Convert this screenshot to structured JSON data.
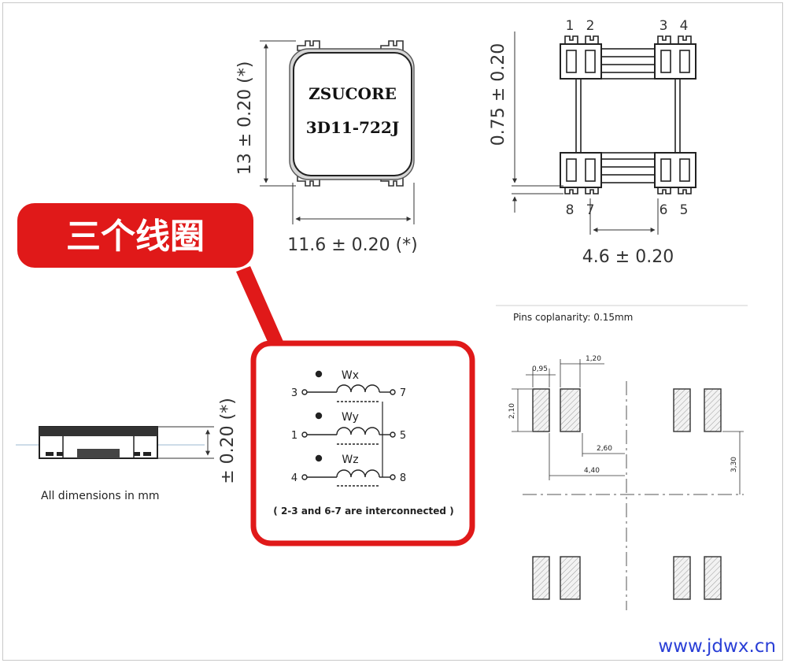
{
  "callout": {
    "label": "三个线圈",
    "color": "#e01919"
  },
  "top_view": {
    "brand": "ZSUCORE",
    "part_no": "3D11-722J",
    "height_dim": "13 ± 0.20 (*)",
    "width_dim": "11.6 ± 0.20 (*)"
  },
  "pin_view": {
    "pins_top": [
      "1",
      "2",
      "3",
      "4"
    ],
    "pins_bottom": [
      "8",
      "7",
      "6",
      "5"
    ],
    "height_dim": "0.75 ± 0.20",
    "pitch_dim": "4.6 ± 0.20"
  },
  "side_view": {
    "height_dim": "± 0.20 (*)",
    "note": "All dimensions in mm"
  },
  "schematic": {
    "windings": [
      {
        "name": "Wx",
        "pin_left": "3",
        "pin_right": "7"
      },
      {
        "name": "Wy",
        "pin_left": "1",
        "pin_right": "5"
      },
      {
        "name": "Wz",
        "pin_left": "4",
        "pin_right": "8"
      }
    ],
    "note": "( 2-3 and 6-7 are interconnected )"
  },
  "footprint": {
    "coplanarity": "Pins coplanarity: 0.15mm",
    "dims": [
      "0,95",
      "1,20",
      "2,10",
      "2,60",
      "4,40",
      "3,30"
    ]
  },
  "watermark": "www.jdwx.cn"
}
